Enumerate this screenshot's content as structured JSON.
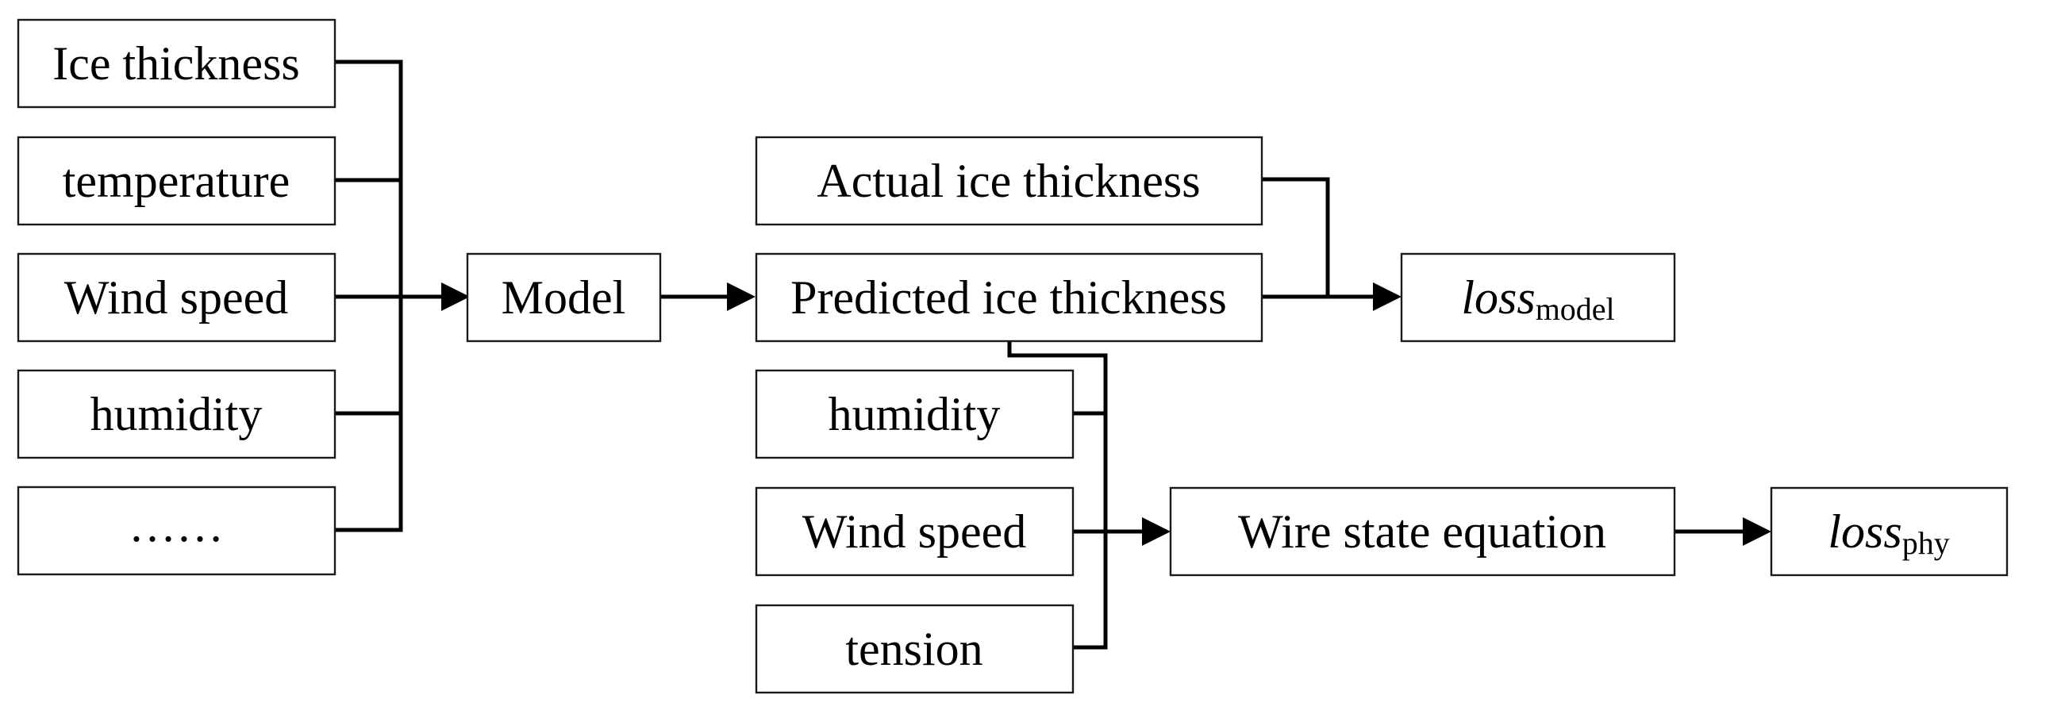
{
  "inputs": {
    "ice_thickness": "Ice thickness",
    "temperature": "temperature",
    "wind_speed": "Wind speed",
    "humidity": "humidity",
    "ellipsis": "……"
  },
  "model": {
    "label": "Model"
  },
  "outputs": {
    "actual_ice_thickness": "Actual ice thickness",
    "predicted_ice_thickness": "Predicted ice thickness"
  },
  "physics_inputs": {
    "humidity": "humidity",
    "wind_speed": "Wind speed",
    "tension": "tension"
  },
  "wire_state_equation": {
    "label": "Wire state equation"
  },
  "loss_model": {
    "base": "loss",
    "subscript": "model"
  },
  "loss_phy": {
    "base": "loss",
    "subscript": "phy"
  },
  "colors": {
    "stroke": "#000000",
    "box_border": "#1a1a1a",
    "background": "#ffffff"
  }
}
